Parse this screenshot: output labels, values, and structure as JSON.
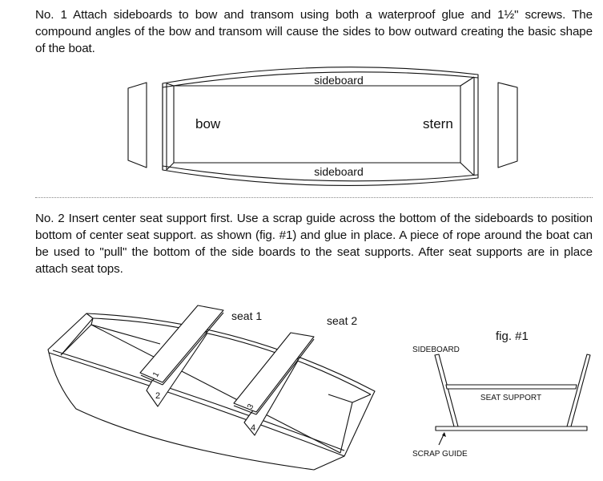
{
  "step1": {
    "text": "No. 1   Attach sideboards to bow and transom using both a waterproof glue and  1½\" screws.  The compound angles of the bow and transom will cause the sides to bow outward creating the basic shape of the boat."
  },
  "diagram1": {
    "sideboard_top": "sideboard",
    "sideboard_bottom": "sideboard",
    "bow": "bow",
    "stern": "stern"
  },
  "step2": {
    "text": "No. 2  Insert center seat support first. Use a scrap guide across the bottom of the sideboards to position bottom of center seat support. as shown  (fig. #1) and glue in place. A piece of rope around the boat can be used to \"pull\" the bottom of the side boards to the seat supports. After seat supports are in place attach seat tops."
  },
  "diagram2": {
    "seat1": "seat 1",
    "seat2": "seat 2",
    "part1": "1",
    "part2": "2",
    "part3": "3",
    "part4": "4"
  },
  "fig1": {
    "title": "fig. #1",
    "sideboard": "SIDEBOARD",
    "seat_support": "SEAT SUPPORT",
    "scrap_guide": "SCRAP GUIDE"
  }
}
